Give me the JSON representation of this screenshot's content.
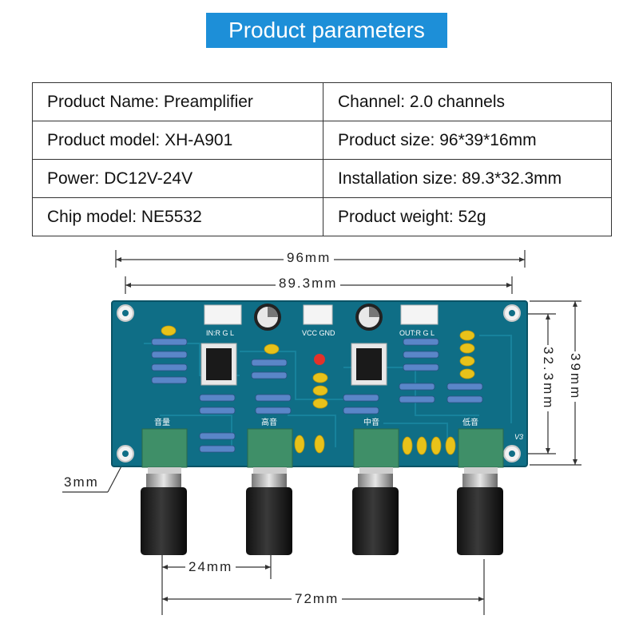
{
  "title": "Product parameters",
  "params": [
    [
      "Product Name: Preamplifier",
      "Channel: 2.0 channels"
    ],
    [
      "Product model: XH-A901",
      "Product size: 96*39*16mm"
    ],
    [
      "Power: DC12V-24V",
      "Installation size: 89.3*32.3mm"
    ],
    [
      "Chip model: NE5532",
      "Product weight: 52g"
    ]
  ],
  "dimensions": {
    "length": "96mm",
    "mount_length": "89.3mm",
    "height": "39mm",
    "mount_height": "32.3mm",
    "hole": "3mm",
    "knob_pitch": "24mm",
    "knob_span": "72mm"
  },
  "board_labels": {
    "in": "IN:R G L",
    "vcc": "VCC GND",
    "out": "OUT:R G L",
    "volume": "音量",
    "treble": "高音",
    "mid": "中音",
    "bass": "低音",
    "version": "V3"
  },
  "colors": {
    "banner": "#1d8fd8",
    "pcb": "#0f6e86"
  }
}
